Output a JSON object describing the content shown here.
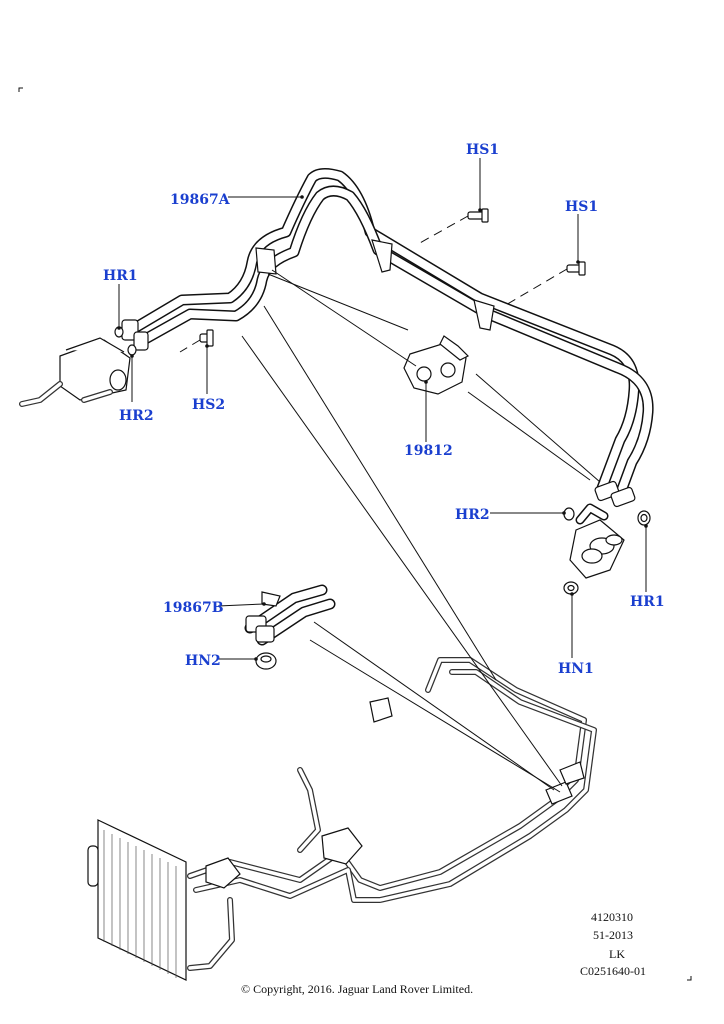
{
  "callouts": {
    "hs1_top": "HS1",
    "hs1_right": "HS1",
    "p19867a": "19867A",
    "hr1_left": "HR1",
    "hr2_left": "HR2",
    "hs2": "HS2",
    "p19812": "19812",
    "hr2_right": "HR2",
    "hr1_right": "HR1",
    "hn1": "HN1",
    "p19867b": "19867B",
    "hn2": "HN2"
  },
  "meta": {
    "line1": "4120310",
    "line2": "51-2013",
    "line3": "LK",
    "line4": "C0251640-01"
  },
  "copyright": "© Copyright, 2016. Jaguar Land Rover Limited.",
  "colors": {
    "callout": "#1a3fcf",
    "line": "#111111"
  }
}
